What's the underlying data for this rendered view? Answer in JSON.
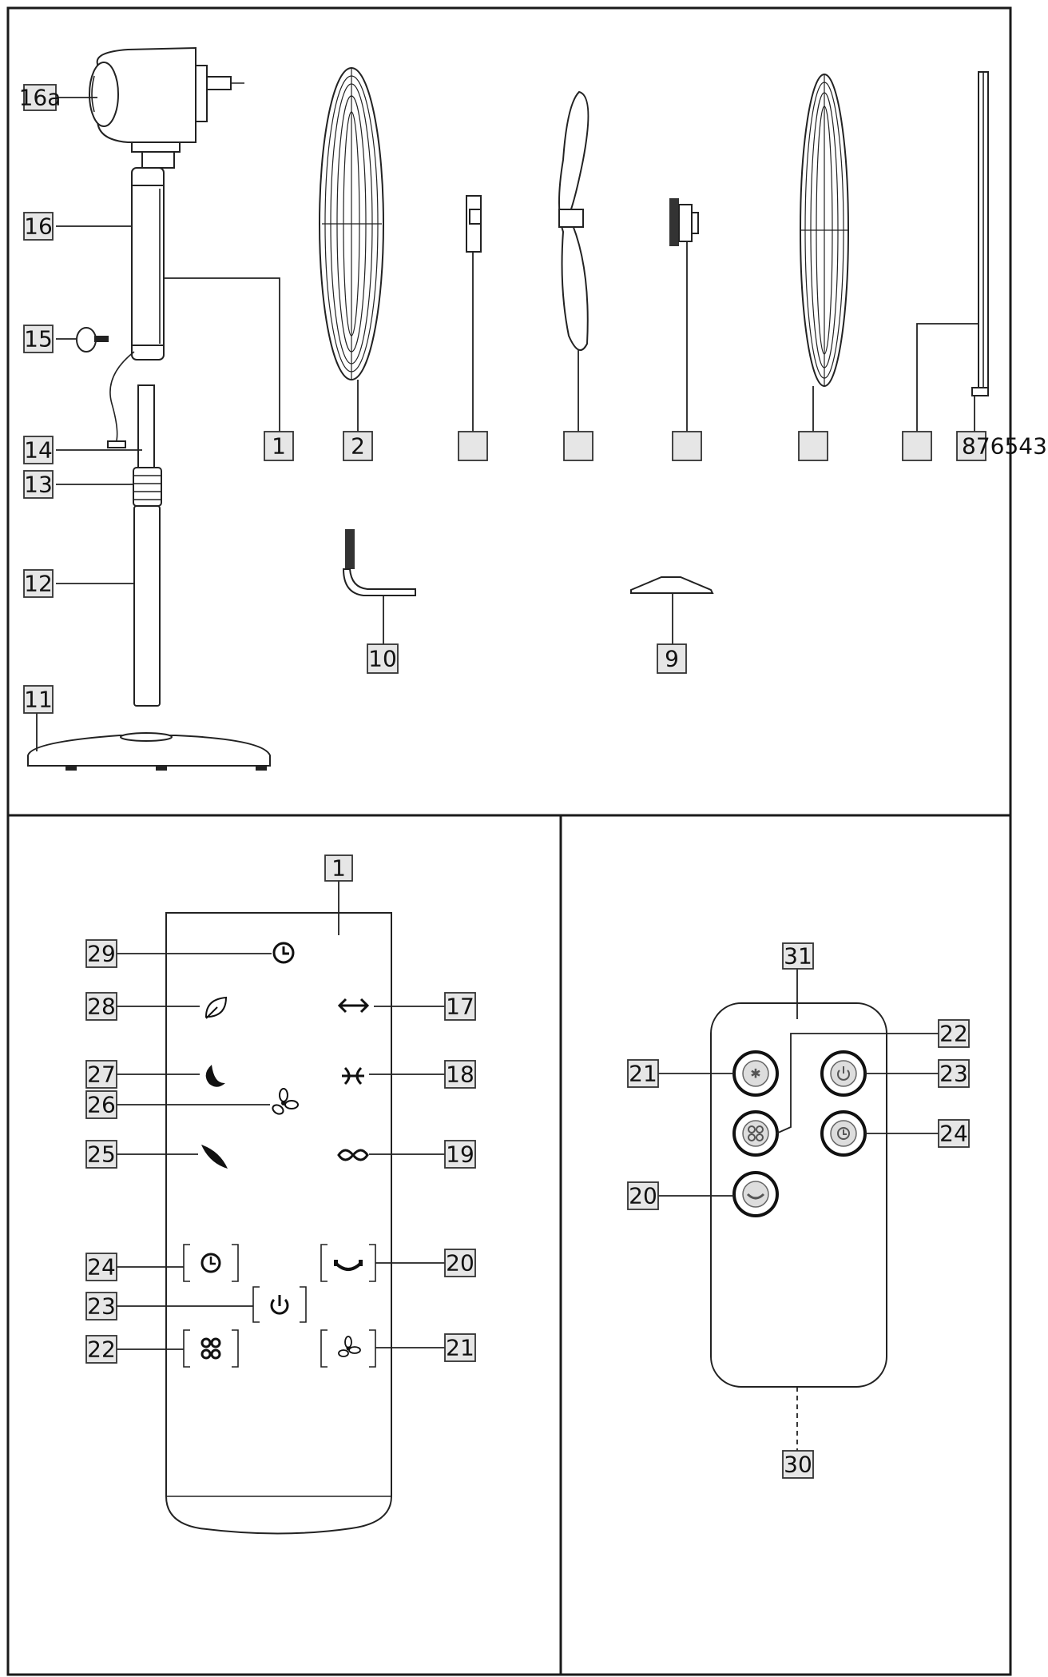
{
  "exploded_view": {
    "labels": {
      "l16a": "16a",
      "l16": "16",
      "l15": "15",
      "l14": "14",
      "l13": "13",
      "l12": "12",
      "l11": "11",
      "l1": "1",
      "l2": "2",
      "l3": "",
      "l4": "",
      "l5": "",
      "l6": "",
      "l7": "",
      "l8": "876543",
      "l10": "10",
      "l9": "9"
    }
  },
  "remote_large": {
    "labels": {
      "top": "1",
      "l29": "29",
      "l28": "28",
      "l17": "17",
      "l27": "27",
      "l18": "18",
      "l26": "26",
      "l25": "25",
      "l19": "19",
      "l24": "24",
      "l20": "20",
      "l23": "23",
      "l22": "22",
      "l21": "21"
    },
    "icons": {
      "timer": "clock-icon",
      "eco": "leaf-outline-icon",
      "oscillate_h": "horizontal-arrows-icon",
      "sleep": "moon-icon",
      "oscillate_v": "vertical-arrows-icon",
      "speed": "fan-icon",
      "natural": "feather-icon",
      "infinite": "infinity-icon"
    }
  },
  "remote_small": {
    "labels": {
      "l31": "31",
      "l22": "22",
      "l21": "21",
      "l23": "23",
      "l24": "24",
      "l20": "20",
      "l30": "30"
    }
  }
}
